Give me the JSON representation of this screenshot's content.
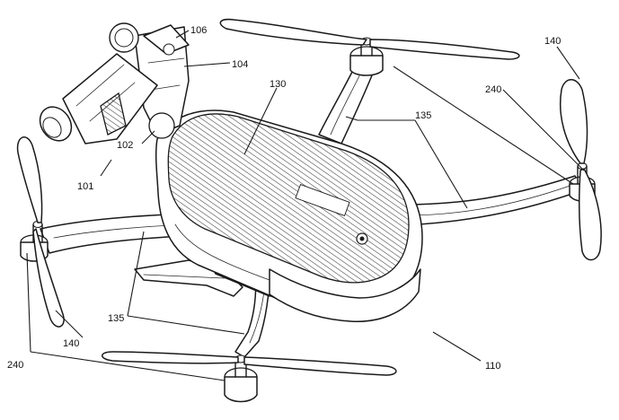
{
  "references": {
    "r106": "106",
    "r104": "104",
    "r130": "130",
    "r140_tr": "140",
    "r240_tr": "240",
    "r135_top": "135",
    "r102": "102",
    "r101": "101",
    "r135_bottom": "135",
    "r140_bl": "140",
    "r240_bl": "240",
    "r110": "110"
  }
}
